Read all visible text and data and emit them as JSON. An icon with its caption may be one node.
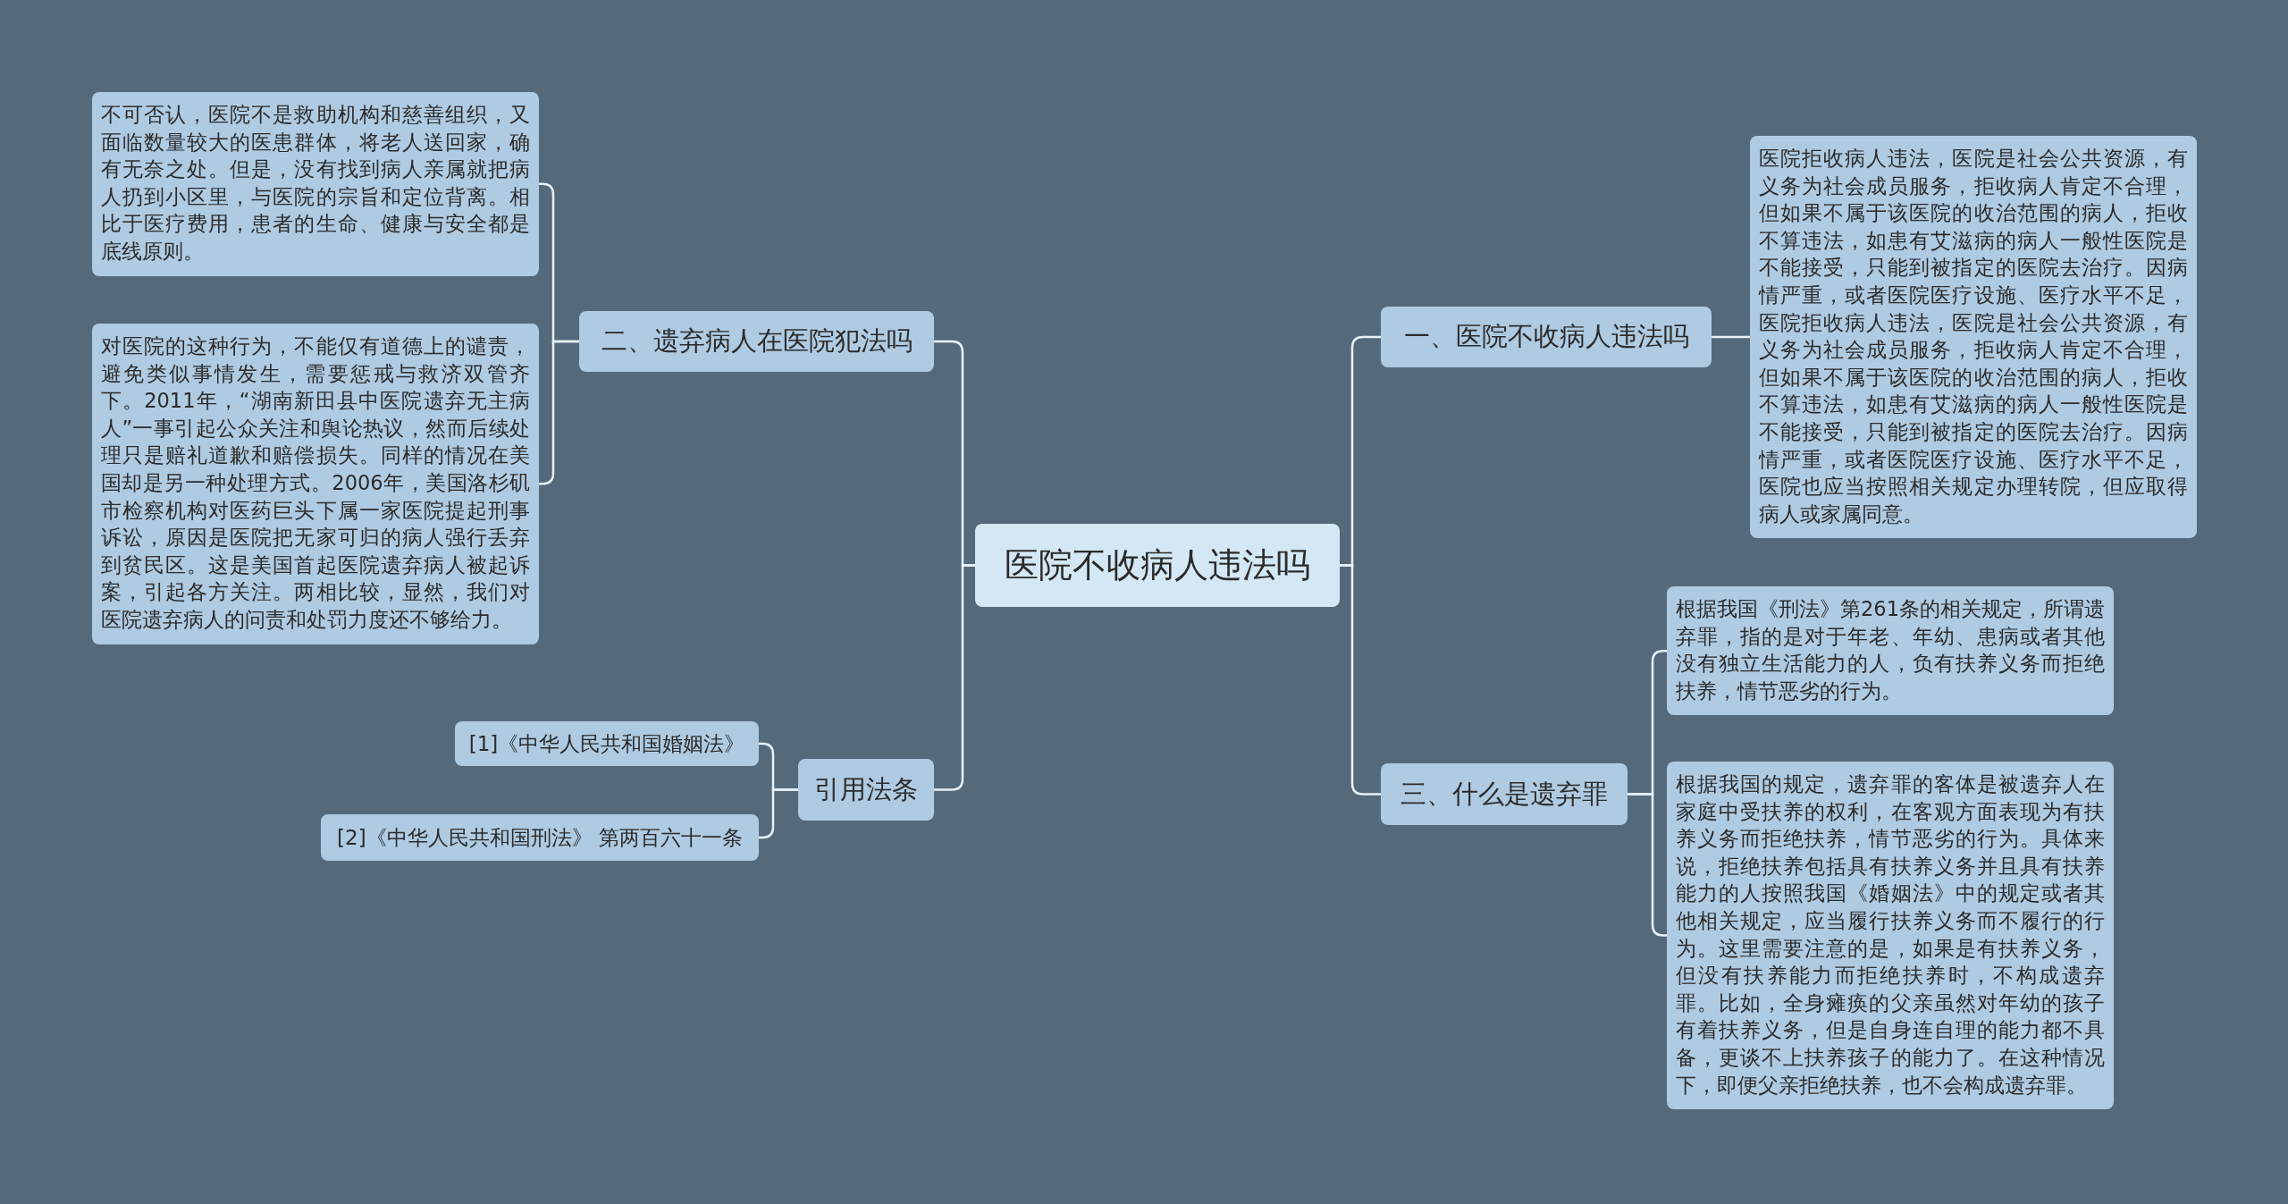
{
  "diagram": {
    "nodes": [
      {
        "text": [
          "医院不收病人违法吗"
        ]
      },
      {
        "text": [
          "一、医院不收病人违法吗"
        ]
      },
      {
        "text": [
          "医院拒收病人违法，医院是社会公共资源，有义务为社会成员服务，拒收病人肯定不合理，但如果不属于该医院的收治范围的病人，拒收不算违法，如患有艾滋病的病人一般性医院是不能接受，只能到被指定的医院去治疗。因病情严重，或者医院医疗设施、医疗水平不足，医院拒收病人违法，医院是社会公共资源，有义务为社会成员服务，拒收病人肯定不合理，但如果不属于该医院的收治范围的病人，拒收不算违法，如患有艾滋病的病人一般性医院是不能接受，只能到被指定的医院去治疗。因病情严重，或者医院医疗设施、医疗水平不足，医院也应当按照相关规定办理转院，但应取得病人或家属同意。"
        ]
      },
      {
        "text": [
          "三、什么是遗弃罪"
        ]
      },
      {
        "text": [
          "根据我国《刑法》第261条的相关规定，所谓遗弃罪，指的是对于年老、年幼、患病或者其他没有独立生活能力的人，负有扶养义务而拒绝扶养，情节恶劣的行为。"
        ]
      },
      {
        "text": [
          "根据我国的规定，遗弃罪的客体是被遗弃人在家庭中受扶养的权利，在客观方面表现为有扶养义务而拒绝扶养，情节恶劣的行为。具体来说，拒绝扶养包括具有扶养义务并且具有扶养能力的人按照我国《婚姻法》中的规定或者其他相关规定，应当履行扶养义务而不履行的行为。这里需要注意的是，如果是有扶养义务，但没有扶养能力而拒绝扶养时，不构成遗弃罪。比如，全身瘫痪的父亲虽然对年幼的孩子有着扶养义务，但是自身连自理的能力都不具备，更谈不上扶养孩子的能力了。在这种情况下，即便父亲拒绝扶养，也不会构成遗弃罪。"
        ]
      },
      {
        "text": [
          "二、遗弃病人在医院犯法吗"
        ]
      },
      {
        "text": [
          "不可否认，医院不是救助机构和慈善组织，又面临数量较大的医患群体，将老人送回家，确有无奈之处。但是，没有找到病人亲属就把病人扔到小区里，与医院的宗旨和定位背离。相比于医疗费用，患者的生命、健康与安全都是底线原则。"
        ]
      },
      {
        "text": [
          "对医院的这种行为，不能仅有道德上的谴责，避免类似事情发生，需要惩戒与救济双管齐下。2011年，“湖南新田县中医院遗弃无主病人”一事引起公众关注和舆论热议，然而后续处理只是赔礼道歉和赔偿损失。同样的情况在美国却是另一种处理方式。2006年，美国洛杉矶市检察机构对医药巨头下属一家医院提起刑事诉讼，原因是医院把无家可归的病人强行丢弃到贫民区。这是美国首起医院遗弃病人被起诉案，引起各方关注。两相比较，显然，我们对医院遗弃病人的问责和处罚力度还不够给力。"
        ]
      },
      {
        "text": [
          "引用法条"
        ]
      },
      {
        "text": [
          "[1]《中华人民共和国婚姻法》"
        ]
      },
      {
        "text": [
          "[2]《中华人民共和国刑法》 第两百六十一条"
        ]
      }
    ],
    "edges": [
      {
        "from": 0,
        "to": 1,
        "arrow": "none"
      },
      {
        "from": 1,
        "to": 2,
        "arrow": "none"
      },
      {
        "from": 0,
        "to": 3,
        "arrow": "none"
      },
      {
        "from": 3,
        "to": 4,
        "arrow": "none"
      },
      {
        "from": 3,
        "to": 5,
        "arrow": "none"
      },
      {
        "from": 0,
        "to": 6,
        "arrow": "none"
      },
      {
        "from": 6,
        "to": 7,
        "arrow": "none"
      },
      {
        "from": 6,
        "to": 8,
        "arrow": "none"
      },
      {
        "from": 0,
        "to": 9,
        "arrow": "none"
      },
      {
        "from": 9,
        "to": 10,
        "arrow": "none"
      },
      {
        "from": 9,
        "to": 11,
        "arrow": "none"
      }
    ]
  }
}
